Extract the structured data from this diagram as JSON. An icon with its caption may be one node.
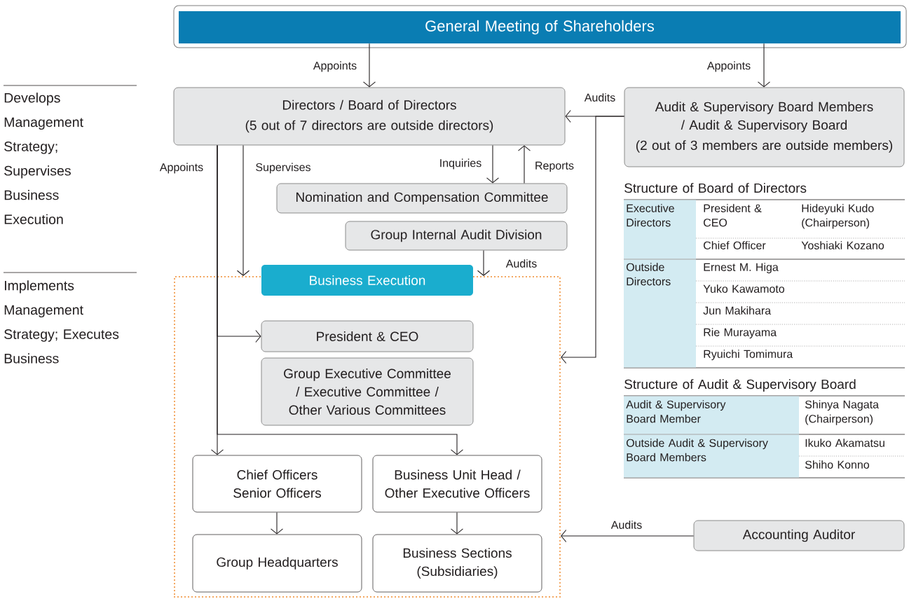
{
  "diagram": {
    "nodes": [
      {
        "text": [
          "General Meeting of Shareholders"
        ]
      },
      {
        "text": [
          "Directors / Board of Directors",
          "(5 out of 7 directors are outside directors)"
        ]
      },
      {
        "text": [
          "Audit & Supervisory Board Members / Audit & Supervisory Board",
          "(2 out of 3 members are outside members)"
        ]
      },
      {
        "text": [
          "Nomination and Compensation Committee"
        ]
      },
      {
        "text": [
          "Group Internal Audit Division"
        ]
      },
      {
        "text": [
          "Business Execution"
        ]
      },
      {
        "text": [
          "President & CEO"
        ],
        "in": 5
      },
      {
        "text": [
          "Group Executive Committee / Executive Committee / Other Various Committees"
        ],
        "in": 5
      },
      {
        "text": [
          "Chief Officers Senior Officers"
        ],
        "in": 5
      },
      {
        "text": [
          "Business Unit Head / Other Executive Officers"
        ],
        "in": 5
      },
      {
        "text": [
          "Group Headquarters"
        ],
        "in": 5
      },
      {
        "text": [
          "Business Sections (Subsidiaries)"
        ],
        "in": 5
      },
      {
        "text": [
          "Accounting Auditor"
        ]
      }
    ],
    "edges": [
      {
        "from": 0,
        "to": 1,
        "arrow": "to",
        "label": "Appoints"
      },
      {
        "from": 0,
        "to": 2,
        "arrow": "to",
        "label": "Appoints"
      },
      {
        "from": 2,
        "to": 1,
        "arrow": "to",
        "label": "Audits"
      },
      {
        "from": 2,
        "to": 5,
        "arrow": "to"
      },
      {
        "from": 1,
        "to": 3,
        "arrow": "to",
        "label": "Inquiries"
      },
      {
        "from": 3,
        "to": 1,
        "arrow": "to",
        "label": "Reports"
      },
      {
        "from": 4,
        "to": 5,
        "arrow": "to",
        "label": "Audits"
      },
      {
        "from": 1,
        "to": 5,
        "arrow": "to",
        "label": "Supervises"
      },
      {
        "from": 1,
        "to": 6,
        "arrow": "to",
        "label": "Appoints"
      },
      {
        "from": 1,
        "to": 8,
        "arrow": "to"
      },
      {
        "from": 1,
        "to": 9,
        "arrow": "to"
      },
      {
        "from": 8,
        "to": 10,
        "arrow": "to"
      },
      {
        "from": 9,
        "to": 11,
        "arrow": "to"
      },
      {
        "from": 12,
        "to": 5,
        "arrow": "to",
        "label": "Audits"
      }
    ],
    "labels": [
      "Develops Management Strategy; Supervises Business Execution",
      "Implements Management Strategy; Executes Business",
      "Structure of Board of Directors",
      "Executive Directors",
      "President & CEO",
      "Hideyuki Kudo (Chairperson)",
      "Chief Officer",
      "Yoshiaki Kozano",
      "Outside Directors",
      "Ernest M. Higa",
      "Yuko Kawamoto",
      "Jun Makihara",
      "Rie Murayama",
      "Ryuichi Tomimura",
      "Structure of Audit & Supervisory Board",
      "Audit & Supervisory Board Member",
      "Shinya Nagata (Chairperson)",
      "Outside Audit & Supervisory Board Members",
      "Ikuko Akamatsu",
      "Shiho Konno"
    ]
  }
}
